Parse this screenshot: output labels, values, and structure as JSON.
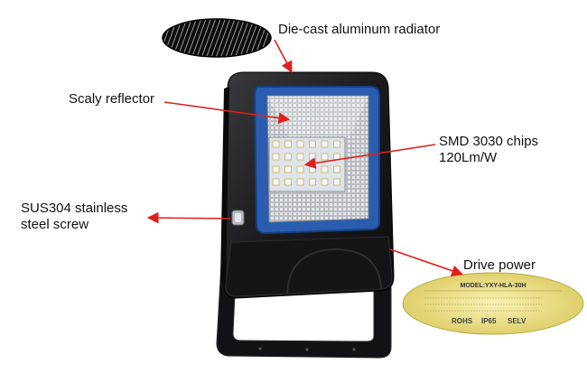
{
  "callouts": {
    "radiator": "Die-cast aluminum radiator",
    "reflector": "Scaly reflector",
    "chips_line1": "SMD 3030 chips",
    "chips_line2": "120Lm/W",
    "screw_line1": "SUS304 stainless",
    "screw_line2": "steel screw",
    "drive": "Drive power"
  },
  "driver_label": {
    "model": "MODEL:YXY-HLA-30H",
    "certs": [
      "ROHS",
      "IP65",
      "SELV"
    ]
  },
  "colors": {
    "arrow": "#e0201c",
    "housing": "#1b1b1d",
    "reflector_frame": "#2a5db0",
    "driver_label_bg": "#e9dc7a",
    "led_chip": "#f4f7ff"
  }
}
